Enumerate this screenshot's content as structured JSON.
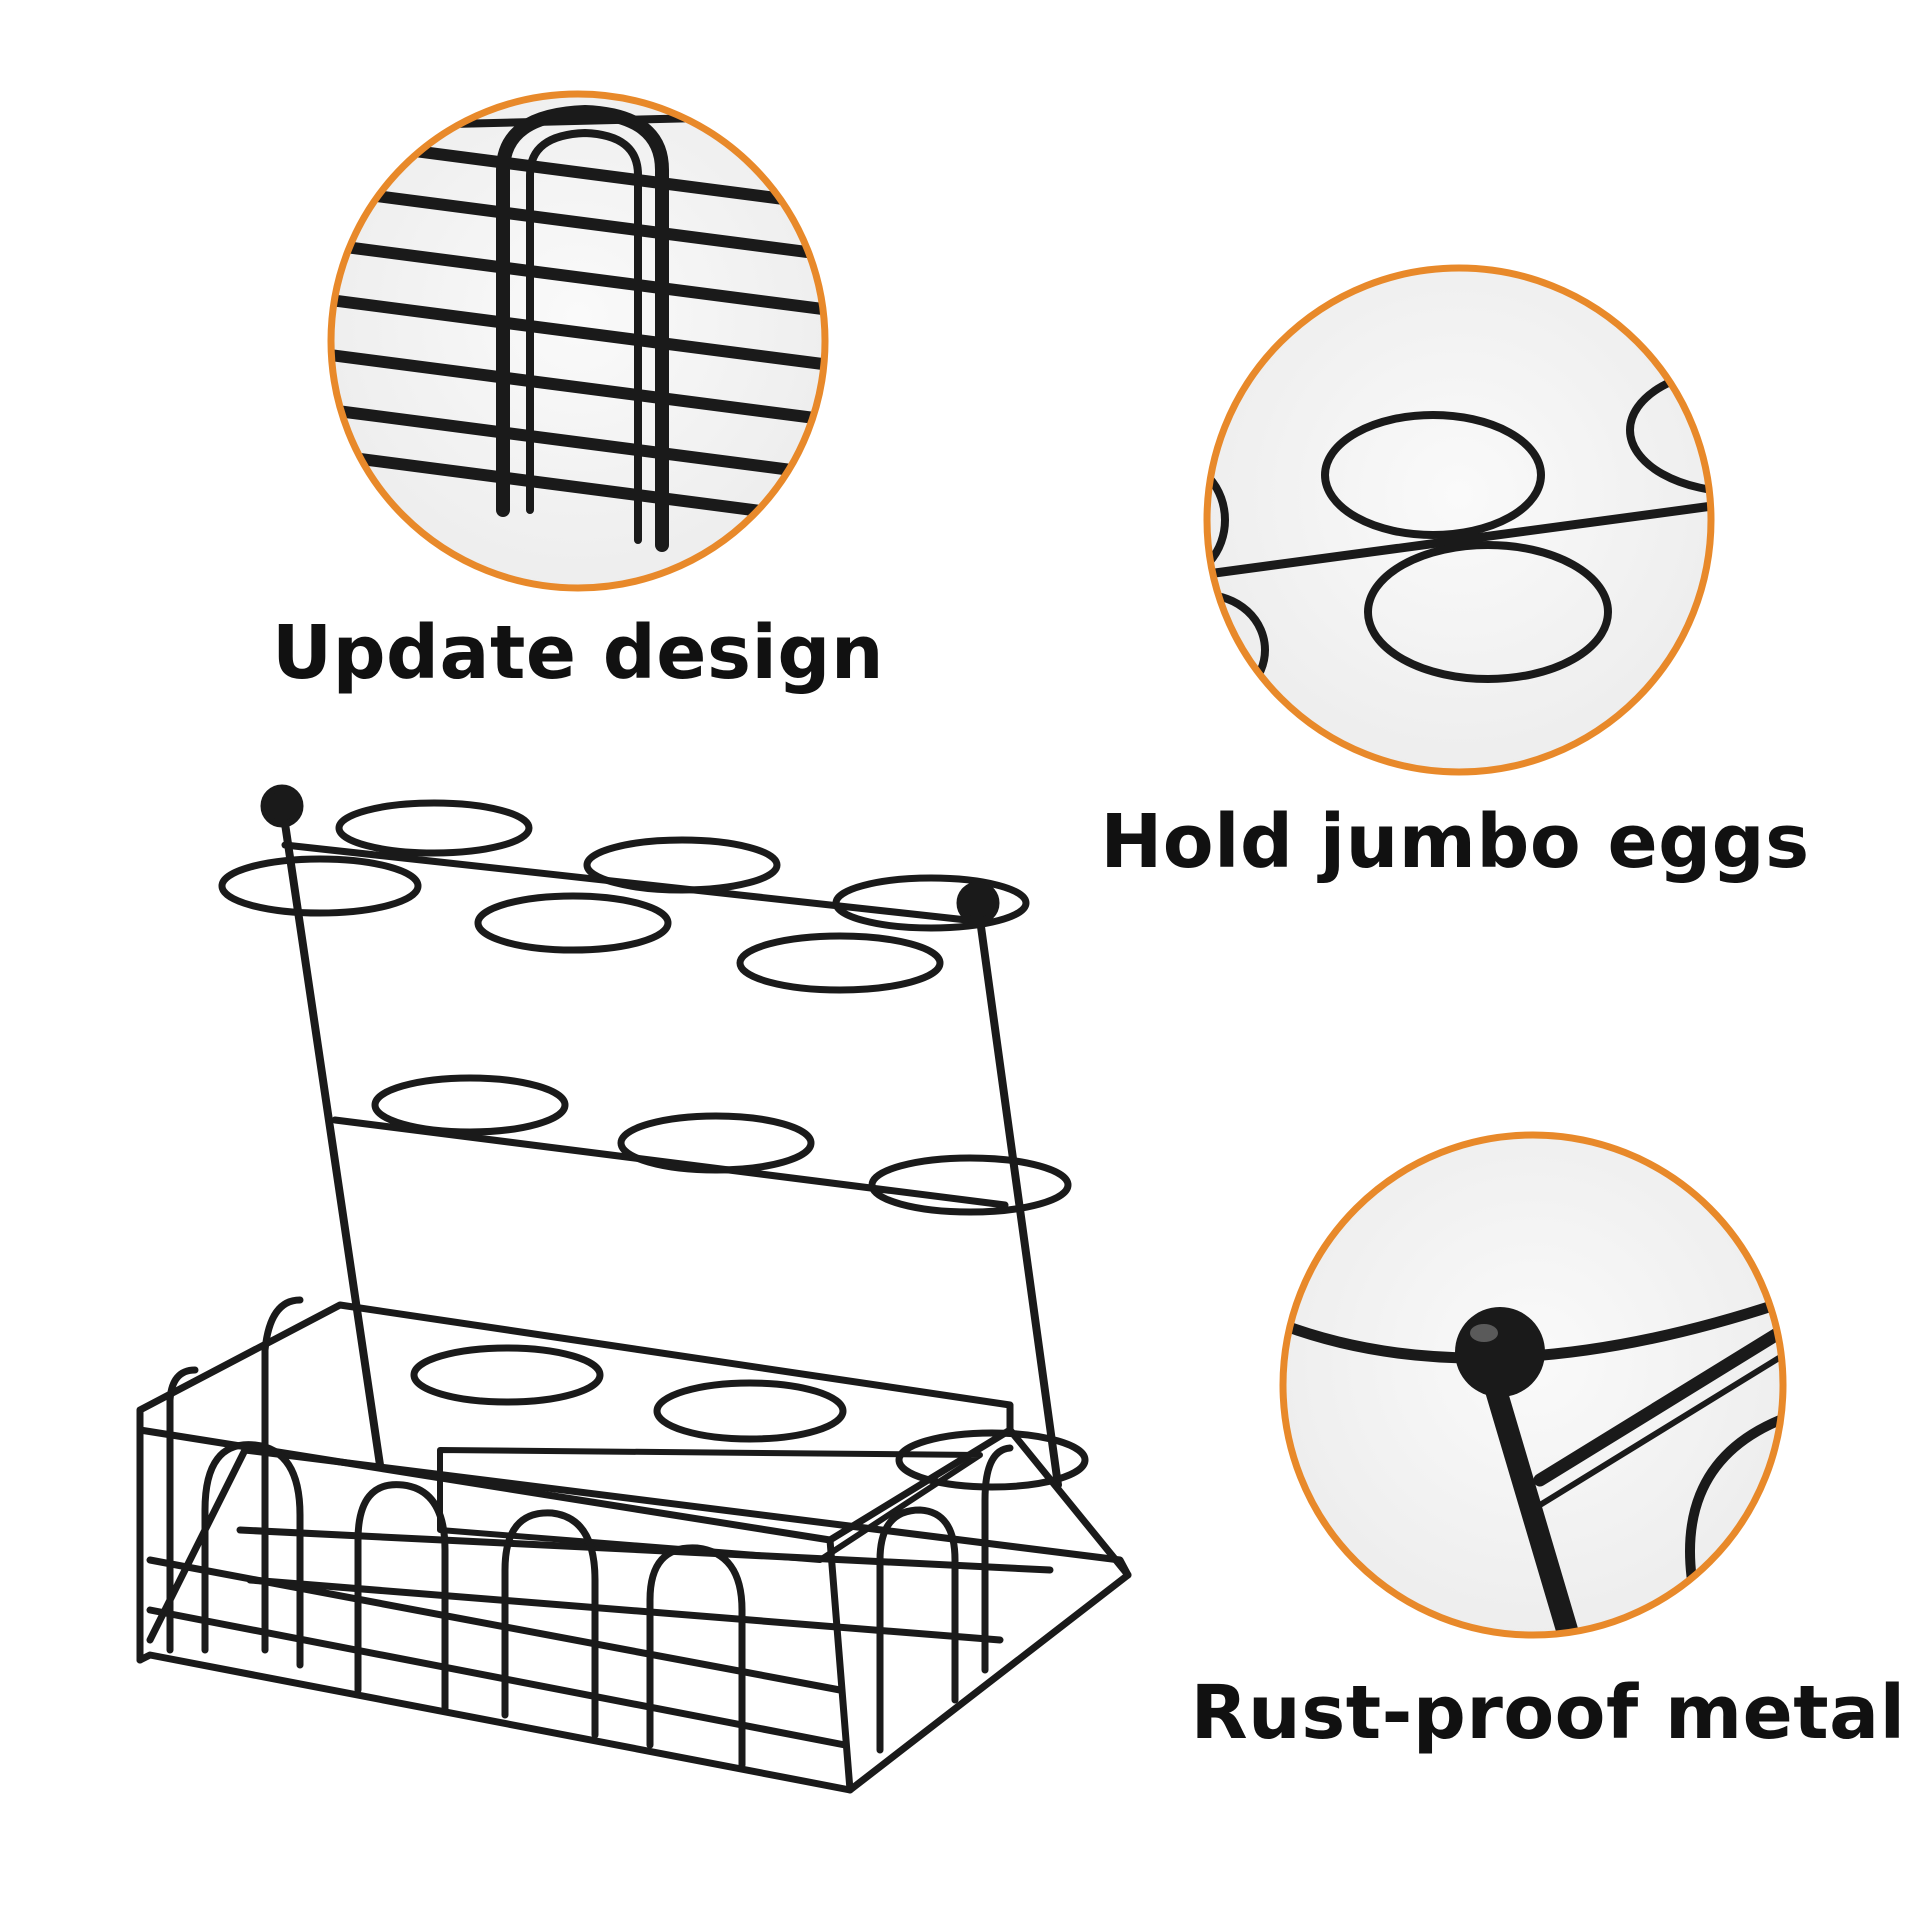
{
  "features": [
    {
      "label": "Update design",
      "icon": "handle-closeup"
    },
    {
      "label": "Hold jumbo eggs",
      "icon": "egg-rings-closeup"
    },
    {
      "label": "Rust-proof metal",
      "icon": "ball-finial-closeup"
    }
  ],
  "product": {
    "icon": "egg-holder-rack"
  },
  "colors": {
    "accent_ring": "#E8892A",
    "wire": "#1a1a1a",
    "circle_fill": "#f4f4f4",
    "text": "#111111",
    "background": "#ffffff"
  }
}
